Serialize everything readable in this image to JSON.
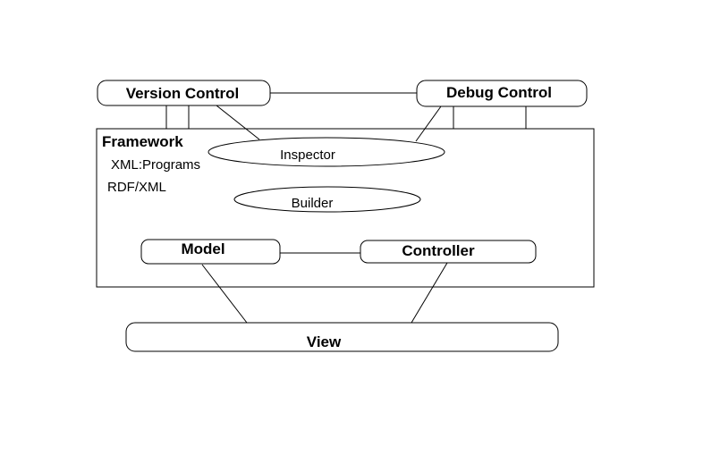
{
  "diagram": {
    "nodes": {
      "version_control": "Version Control",
      "debug_control": "Debug Control",
      "framework": "Framework",
      "xml_programs": "XML:Programs",
      "rdf_xml": "RDF/XML",
      "inspector": "Inspector",
      "builder": "Builder",
      "model": "Model",
      "controller": "Controller",
      "view": "View"
    },
    "edges": [
      {
        "from": "version_control",
        "to": "debug_control"
      },
      {
        "from": "version_control",
        "to": "framework"
      },
      {
        "from": "version_control",
        "to": "inspector"
      },
      {
        "from": "debug_control",
        "to": "inspector"
      },
      {
        "from": "debug_control",
        "to": "framework"
      },
      {
        "from": "model",
        "to": "controller"
      },
      {
        "from": "model",
        "to": "view"
      },
      {
        "from": "controller",
        "to": "view"
      }
    ],
    "colors": {
      "stroke": "#000000",
      "fill": "#ffffff"
    }
  }
}
